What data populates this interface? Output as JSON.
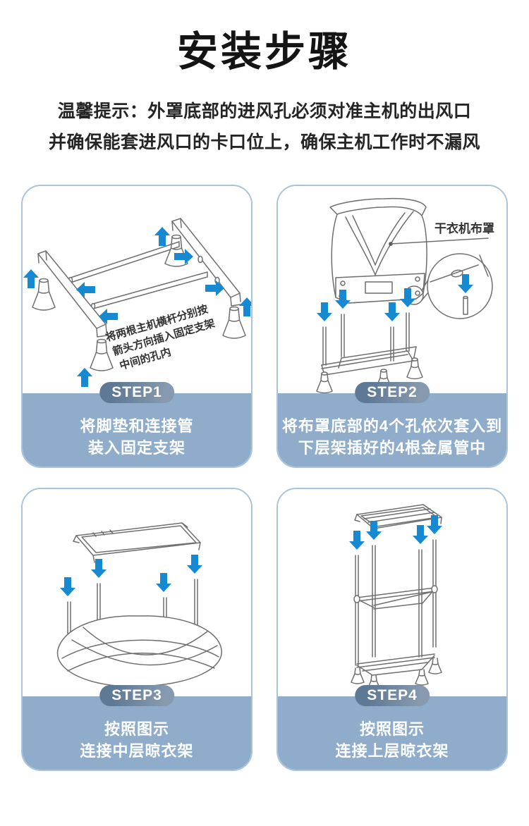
{
  "page": {
    "title": "安装步骤",
    "tip_line1": "温馨提示：外罩底部的进风孔必须对准主机的出风口",
    "tip_line2": "并确保能套进风口的卡口位上，确保主机工作时不漏风"
  },
  "colors": {
    "arrow_blue": "#1689D2",
    "panel_blue": "#8FADCB",
    "card_border": "#A9C3DA",
    "badge_gradient_start": "#5E7995",
    "badge_gradient_end": "#8699AE",
    "title_color": "#141414"
  },
  "steps": [
    {
      "badge": "STEP1",
      "desc_line1": "将脚垫和连接管",
      "desc_line2": "装入固定支架",
      "note_line1": "将两根主机横杆分别按",
      "note_line2": "箭头方向插入固定支架",
      "note_line3": "中间的孔内"
    },
    {
      "badge": "STEP2",
      "desc_line1": "将布罩底部的4个孔依次套入到",
      "desc_line2": "下层架插好的4根金属管中",
      "diagram_label": "干衣机布罩"
    },
    {
      "badge": "STEP3",
      "desc_line1": "按照图示",
      "desc_line2": "连接中层晾衣架"
    },
    {
      "badge": "STEP4",
      "desc_line1": "按照图示",
      "desc_line2": "连接上层晾衣架"
    }
  ]
}
